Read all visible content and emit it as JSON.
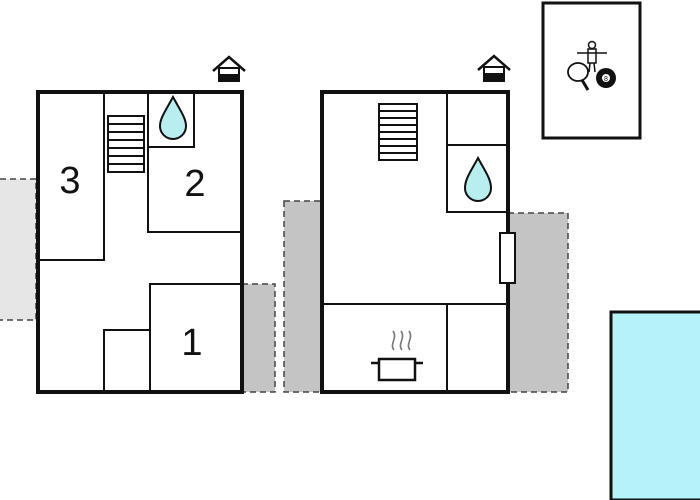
{
  "colors": {
    "wall": "#111111",
    "terrace_light": "#e6e6e6",
    "terrace_dark": "#c4c4c4",
    "water": "#b8eef0",
    "pool": "#b4f4f8"
  },
  "rooms": {
    "bedroom_1": "1",
    "bedroom_2": "2",
    "bedroom_3": "3"
  },
  "icons": {
    "entrance": "house-entrance-icon",
    "bathroom": "water-drop-icon",
    "kitchen": "cooking-pot-icon",
    "activities": "table-tennis-billiards-icon",
    "billiard_ball": "8"
  }
}
